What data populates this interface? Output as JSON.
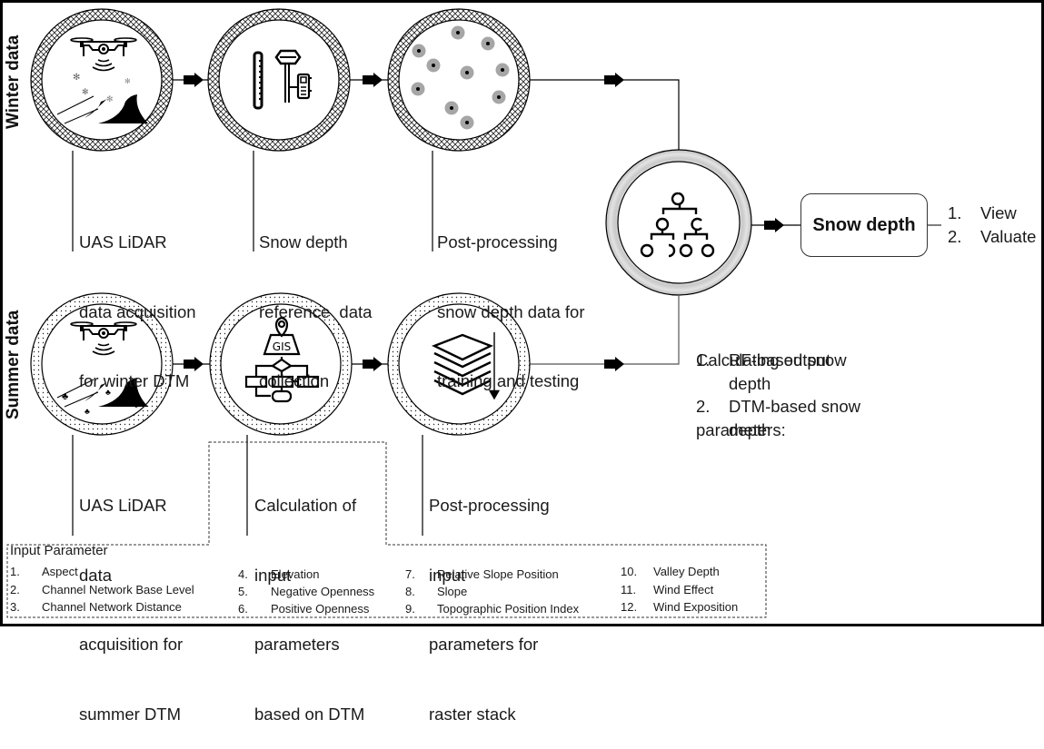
{
  "rows": {
    "winter": {
      "label": "Winter data"
    },
    "summer": {
      "label": "Summer data"
    }
  },
  "steps": {
    "winter": [
      {
        "icon": "drone-snow-mountain-icon",
        "caption": [
          "UAS LiDAR",
          "data acquisition",
          "for winter DTM"
        ]
      },
      {
        "icon": "snow-ruler-gnss-rover-icon",
        "caption": [
          "Snow depth",
          "reference  data",
          "collection"
        ]
      },
      {
        "icon": "scattered-sample-points-icon",
        "caption": [
          "Post-processing",
          "snow depth data for",
          "training and testing"
        ]
      }
    ],
    "summer": [
      {
        "icon": "drone-vegetation-mountain-icon",
        "caption": [
          "UAS LiDAR",
          "data",
          "acquisition for",
          "summer DTM"
        ]
      },
      {
        "icon": "gis-flowchart-icon",
        "caption": [
          "Calculation of",
          "input",
          "parameters",
          "based on DTM"
        ]
      },
      {
        "icon": "raster-layer-stack-icon",
        "caption": [
          "Post-processing",
          "input",
          "parameters for",
          "raster stack"
        ]
      }
    ]
  },
  "model": {
    "icon": "decision-tree-icon",
    "title_lines": [
      "Calculating output",
      "parameters:"
    ],
    "outputs": [
      {
        "num": "1.",
        "lines": [
          "RF-based snow",
          "depth"
        ]
      },
      {
        "num": "2.",
        "lines": [
          "DTM-based snow",
          "depth"
        ]
      }
    ]
  },
  "result": {
    "label": "Snow depth",
    "actions": [
      {
        "num": "1.",
        "label": "View"
      },
      {
        "num": "2.",
        "label": "Valuate"
      }
    ]
  },
  "input_parameters": {
    "title": "Input Parameter",
    "columns": [
      [
        {
          "num": "1.",
          "label": "Aspect"
        },
        {
          "num": "2.",
          "label": "Channel Network  Base Level"
        },
        {
          "num": "3.",
          "label": "Channel Network  Distance"
        }
      ],
      [
        {
          "num": "4.",
          "label": "Elevation"
        },
        {
          "num": "5.",
          "label": "Negative Openness"
        },
        {
          "num": "6.",
          "label": "Positive Openness"
        }
      ],
      [
        {
          "num": "7.",
          "label": "Relative Slope Position"
        },
        {
          "num": "8.",
          "label": "Slope"
        },
        {
          "num": "9.",
          "label": "Topographic Position Index"
        }
      ],
      [
        {
          "num": "10.",
          "label": "Valley Depth"
        },
        {
          "num": "11.",
          "label": "Wind Effect"
        },
        {
          "num": "12.",
          "label": "Wind Exposition"
        }
      ]
    ]
  },
  "colors": {
    "line": "#000000",
    "sample_point_halo": "#a6a6a6",
    "model_ring": "#d0d0d0"
  }
}
